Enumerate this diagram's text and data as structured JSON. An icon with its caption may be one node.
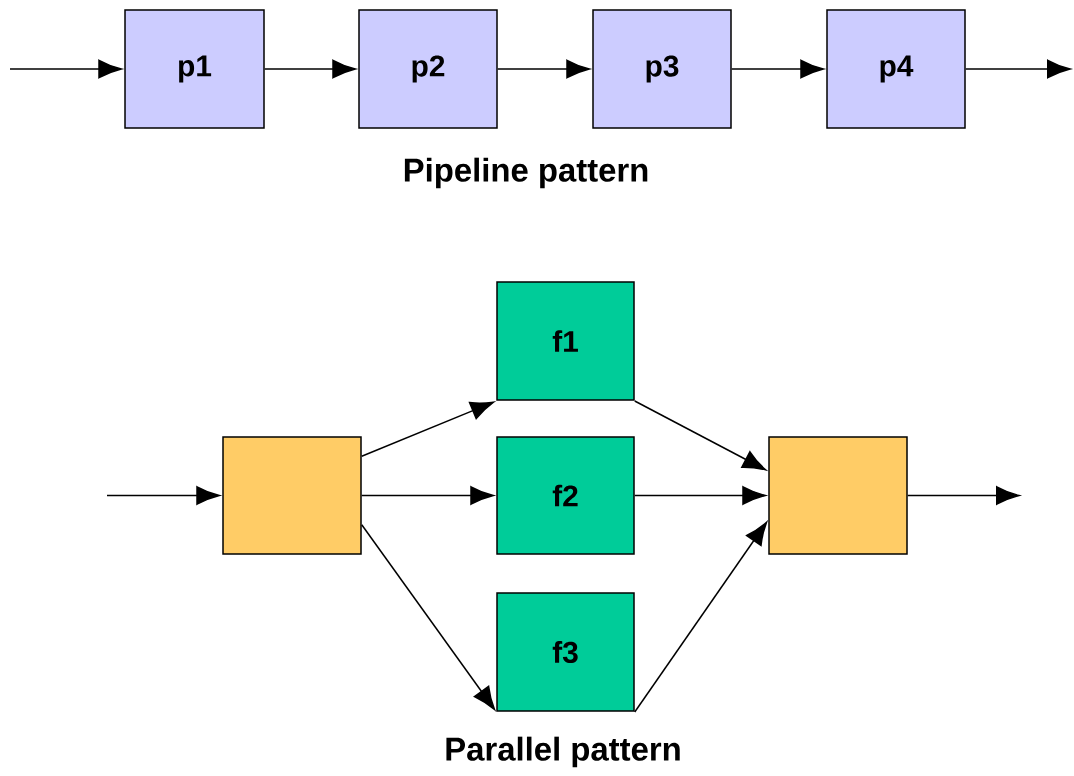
{
  "diagram": {
    "nodes": [
      {
        "text": [
          "p1"
        ]
      },
      {
        "text": [
          "p2"
        ]
      },
      {
        "text": [
          "p3"
        ]
      },
      {
        "text": [
          "p4"
        ]
      },
      {
        "text": [],
        "shape": "box"
      },
      {
        "text": [
          "f1"
        ]
      },
      {
        "text": [
          "f2"
        ]
      },
      {
        "text": [
          "f3"
        ]
      },
      {
        "text": [],
        "shape": "box"
      }
    ],
    "edges": [
      {
        "from": null,
        "to": 0,
        "arrow": "to"
      },
      {
        "from": 0,
        "to": 1,
        "arrow": "to"
      },
      {
        "from": 1,
        "to": 2,
        "arrow": "to"
      },
      {
        "from": 2,
        "to": 3,
        "arrow": "to"
      },
      {
        "from": 3,
        "to": null,
        "arrow": "to"
      },
      {
        "from": null,
        "to": 4,
        "arrow": "to"
      },
      {
        "from": 4,
        "to": 5,
        "arrow": "to"
      },
      {
        "from": 4,
        "to": 6,
        "arrow": "to"
      },
      {
        "from": 4,
        "to": 7,
        "arrow": "to"
      },
      {
        "from": 5,
        "to": 8,
        "arrow": "to"
      },
      {
        "from": 6,
        "to": 8,
        "arrow": "to"
      },
      {
        "from": 7,
        "to": 8,
        "arrow": "to"
      },
      {
        "from": 8,
        "to": null,
        "arrow": "to"
      }
    ],
    "labels": [
      "Pipeline pattern",
      "Parallel pattern"
    ]
  }
}
